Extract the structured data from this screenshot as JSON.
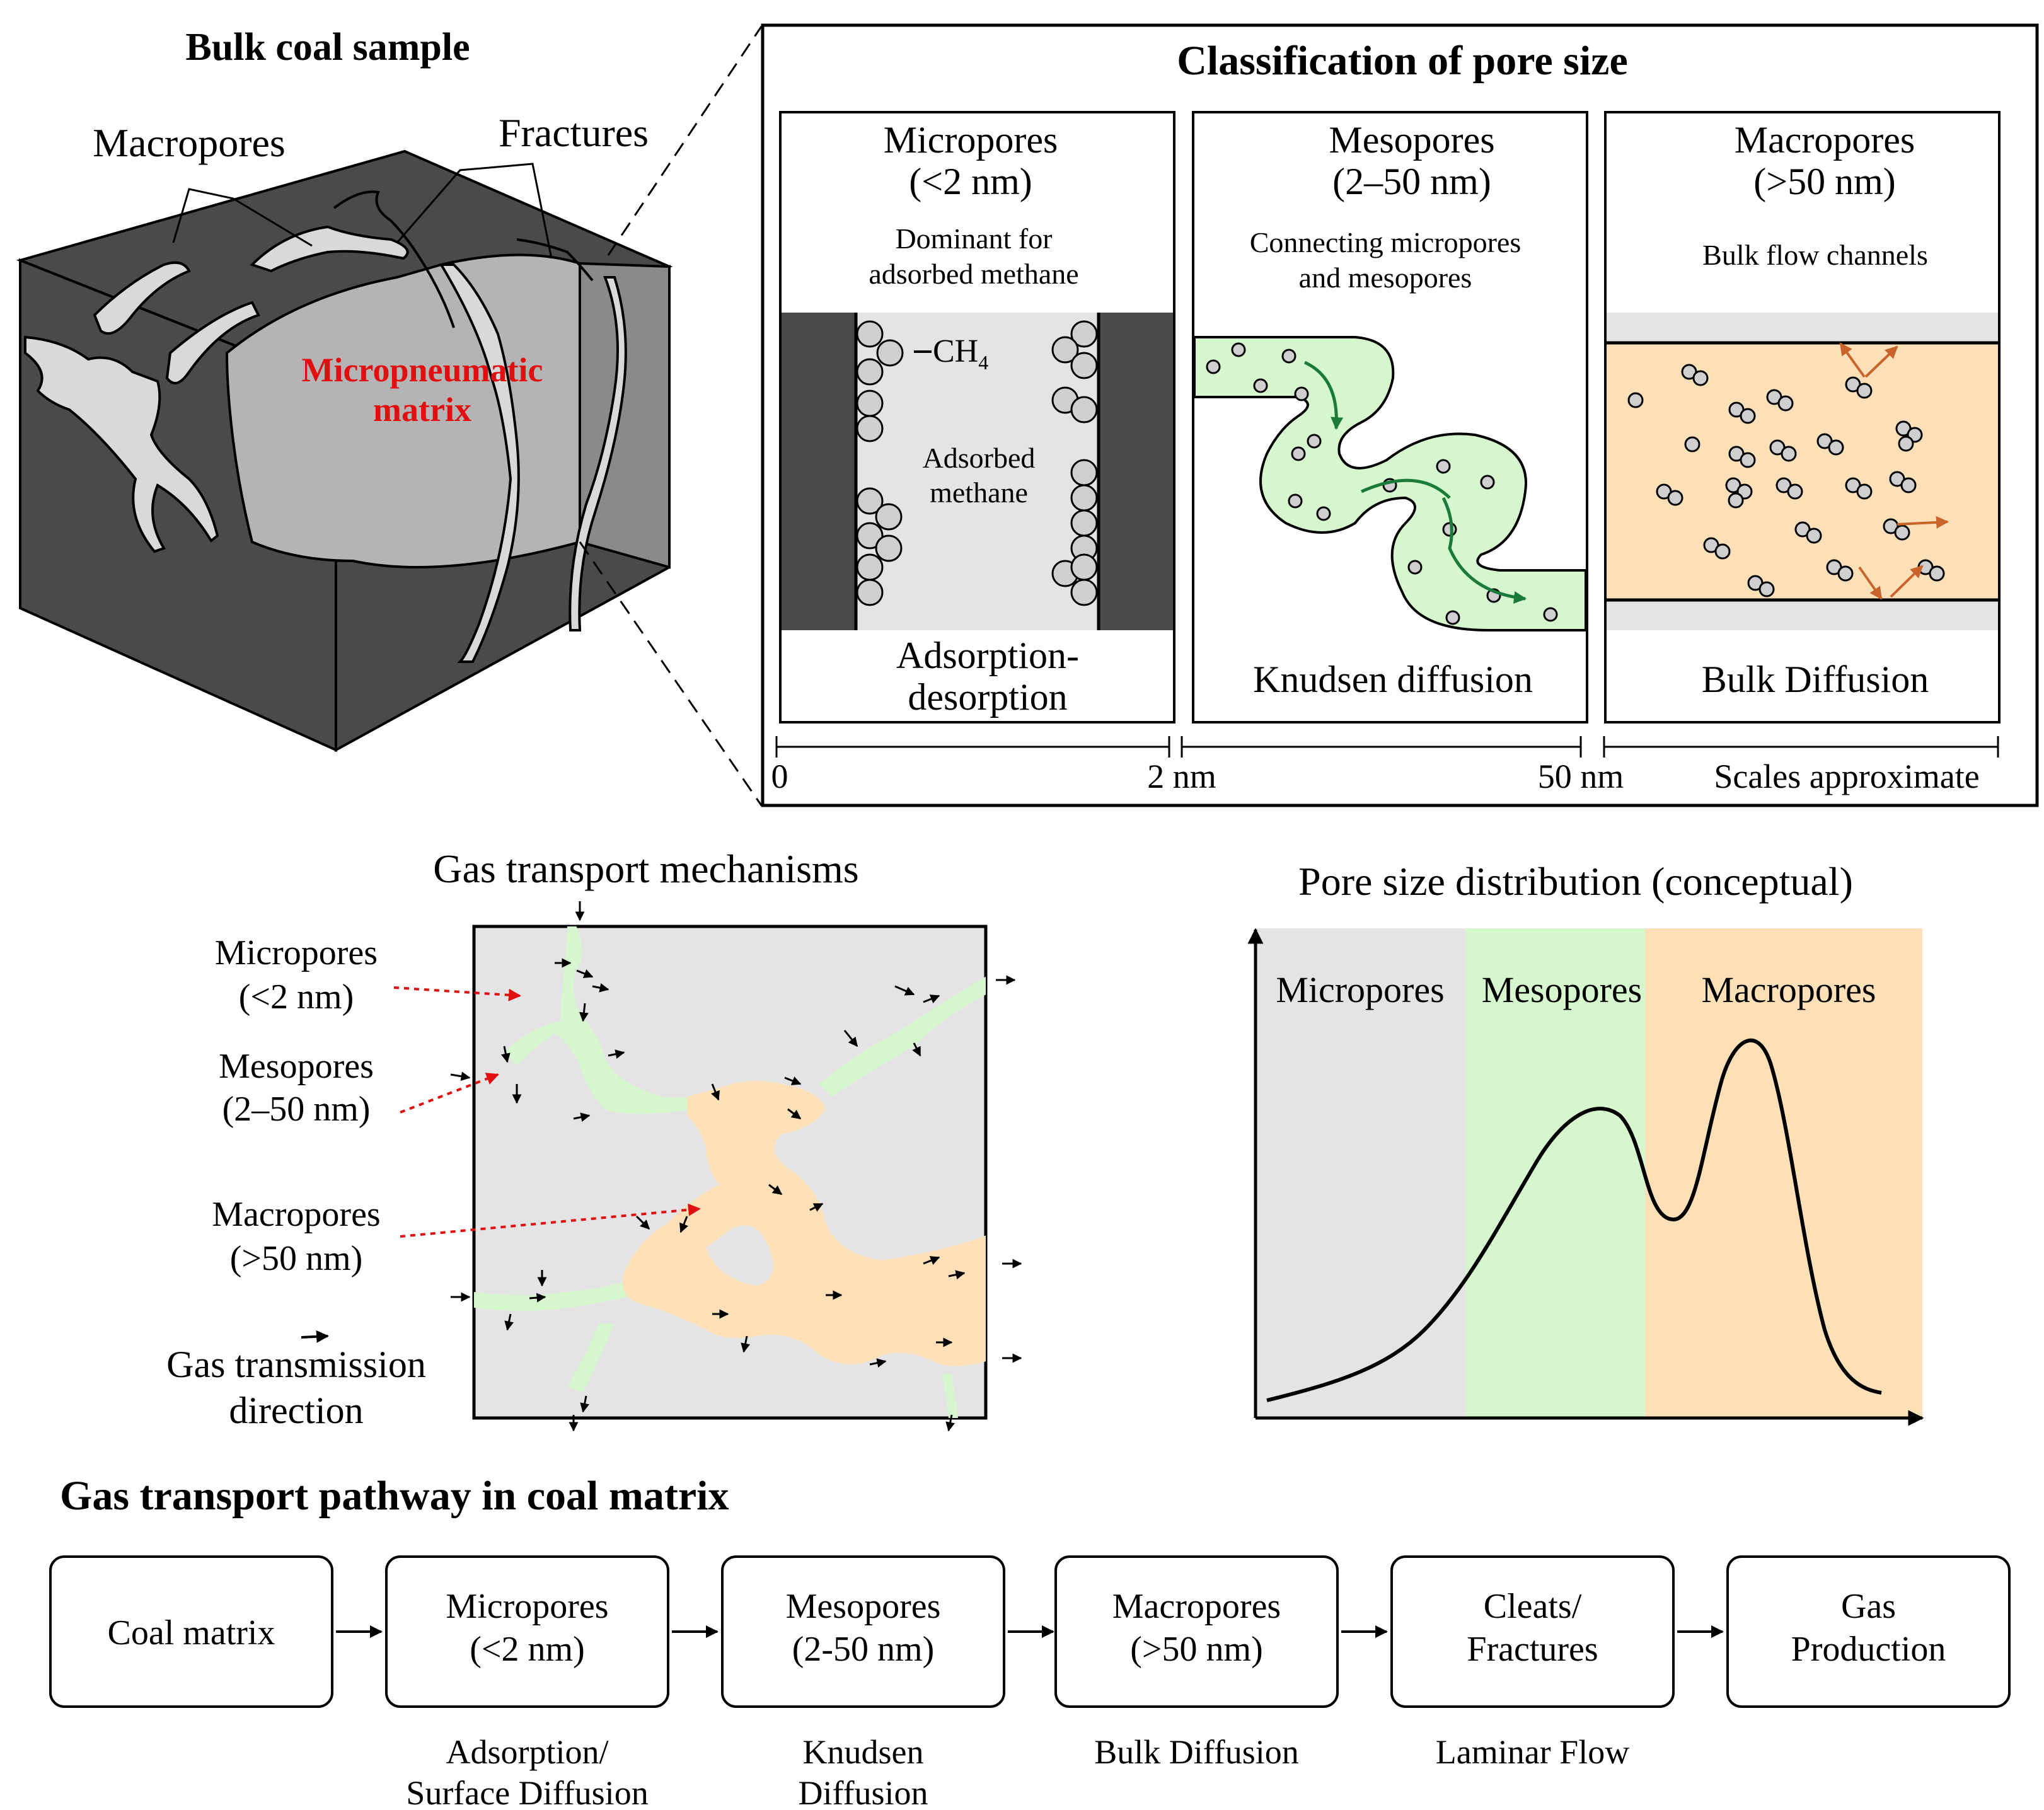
{
  "bulk": {
    "title": "Bulk coal sample",
    "macropores": "Macropores",
    "fractures": "Fractures",
    "matrix_line1": "Micropneumatic",
    "matrix_line2": "matrix"
  },
  "classification": {
    "title": "Classification of pore size",
    "micro": {
      "name": "Micropores",
      "range": "(<2 nm)",
      "desc1": "Dominant for",
      "desc2": "adsorbed methane",
      "ch4": "CH",
      "ch4_sub": "4",
      "inner1": "Adsorbed",
      "inner2": "methane",
      "mech1": "Adsorption-",
      "mech2": "desorption"
    },
    "meso": {
      "name": "Mesopores",
      "range": "(2–50 nm)",
      "desc1": "Connecting micropores",
      "desc2": "and mesopores",
      "mech": "Knudsen diffusion"
    },
    "macro": {
      "name": "Macropores",
      "range": "(>50 nm)",
      "desc1": "Bulk flow channels",
      "mech": "Bulk Diffusion"
    },
    "scale": {
      "zero": "0",
      "two": "2 nm",
      "fifty": "50 nm",
      "note": "Scales approximate"
    }
  },
  "mechanisms": {
    "title": "Gas transport mechanisms",
    "micro1": "Micropores",
    "micro2": "(<2 nm)",
    "meso1": "Mesopores",
    "meso2": "(2–50 nm)",
    "macro1": "Macropores",
    "macro2": "(>50 nm)",
    "arrow1": "Gas transmission",
    "arrow2": "direction"
  },
  "distribution": {
    "title": "Pore size distribution (conceptual)",
    "micro": "Micropores",
    "meso": "Mesopores",
    "macro": "Macropores"
  },
  "pathway": {
    "title": "Gas transport pathway in coal matrix",
    "steps": [
      {
        "line1": "Coal matrix",
        "line2": "",
        "sub1": "",
        "sub2": ""
      },
      {
        "line1": "Micropores",
        "line2": "(<2 nm)",
        "sub1": "Adsorption/",
        "sub2": "Surface Diffusion"
      },
      {
        "line1": "Mesopores",
        "line2": "(2-50 nm)",
        "sub1": "Knudsen",
        "sub2": "Diffusion"
      },
      {
        "line1": "Macropores",
        "line2": "(>50 nm)",
        "sub1": "Bulk Diffusion",
        "sub2": ""
      },
      {
        "line1": "Cleats/",
        "line2": "Fractures",
        "sub1": "Laminar Flow",
        "sub2": ""
      },
      {
        "line1": "Gas",
        "line2": "Production",
        "sub1": "",
        "sub2": ""
      }
    ]
  },
  "colors": {
    "coal_dark": "#4a4a4a",
    "coal_mid": "#8a8a8a",
    "matrix_light": "#b4b4b4",
    "micro_bg": "#e4e4e4",
    "meso_bg": "#d6f7cd",
    "macro_bg": "#fde0b8",
    "red": "#e01010",
    "green_arrow": "#1a7a3a",
    "orange_arrow": "#c8642a"
  }
}
